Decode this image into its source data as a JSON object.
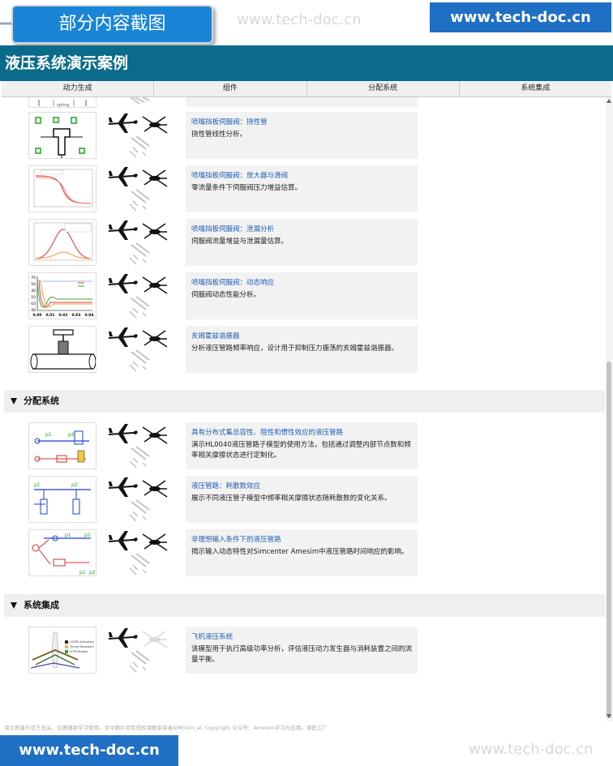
{
  "banner": {
    "crop_label": "部分内容截图",
    "watermark": "www.tech-doc.cn",
    "site_top": "www.tech-doc.cn",
    "site_bottom": "www.tech-doc.cn",
    "watermark_bottom": "www.tech-doc.cn"
  },
  "app": {
    "title": "液压系统演示案例"
  },
  "tabs": [
    "动力生成",
    "组件",
    "分配系统",
    "系统集成"
  ],
  "partial_label": "spring",
  "sections": [
    {
      "name": "分配系统"
    },
    {
      "name": "系统集成"
    }
  ],
  "rows": [
    {
      "title": "喷嘴挡板伺服阀：挠性管",
      "desc": "挠性管线性分析。"
    },
    {
      "title": "喷嘴挡板伺服阀：放大器与滑阀",
      "desc": "零流量条件下伺服阀压力增益估算。"
    },
    {
      "title": "喷嘴挡板伺服阀：泄漏分析",
      "desc": "伺服阀流量增益与泄漏量估算。"
    },
    {
      "title": "喷嘴挡板伺服阀：动态响应",
      "desc": "伺服阀动态性能分析。"
    },
    {
      "title": "亥姆霍兹谐振器",
      "desc": "分析液压管路频率响应，设计用于抑制压力振荡的亥姆霍兹谐振器。"
    },
    {
      "title": "具有分布式集总容性、阻性和惯性效应的液压管路",
      "desc": "演示HL0040液压管路子模型的使用方法，包括通过调整内部节点数和频率相关摩擦状态进行定制化。"
    },
    {
      "title": "液压管路：耗散数效应",
      "desc": "展示不同液压管子模型中频率相关摩擦状态随耗散数的变化关系。"
    },
    {
      "title": "非理想输入条件下的液压管路",
      "desc": "揭示输入动态特性对Simcenter Amesim中液压管路时间响应的影响。"
    },
    {
      "title": "飞机液压系统",
      "desc": "该模型用于执行高级功率分析，评估液压动力发生器与消耗装置之间的流量平衡。"
    }
  ],
  "thumb_text": {
    "ticks_x": [
      "0.00",
      "0.01",
      "0.02",
      "0.03",
      "0.04"
    ],
    "ticks_y": [
      "70",
      "50",
      "30",
      "10",
      "-10",
      "-30"
    ],
    "p1": "p1",
    "p2": "p2",
    "legend_lines": [
      "LGSPA Activation",
      "Thrust Reversers",
      "ECPS Brakes"
    ]
  },
  "footer": "译文质量与官方无关，仅做辅助学习使用。文中图片如有侵权请联系译者AMESim_ai. Copyright 公众号：Amesim学习与应用。译匠工厂",
  "icon_names": [
    "airplane-icon",
    "helicopter-icon",
    "satellite-icon"
  ],
  "colors": {
    "title_bar": "#0a6b8a",
    "accent": "#1f6fc4",
    "link": "#1f5fb5"
  }
}
